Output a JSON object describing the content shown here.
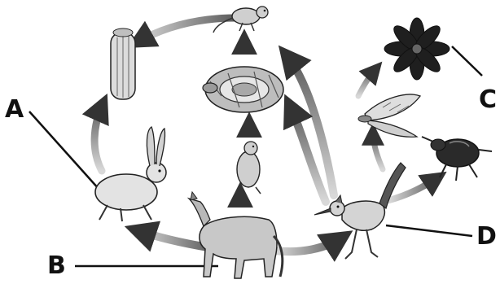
{
  "diagram": {
    "labels": {
      "a": "A",
      "b": "B",
      "c": "C",
      "d": "D"
    },
    "organisms": [
      "cactus",
      "kangaroo-rat",
      "rattlesnake",
      "jackrabbit",
      "ground-squirrel",
      "coyote",
      "flower",
      "moth",
      "beetle",
      "roadrunner"
    ],
    "colors": {
      "arrow": "#6e6e6e",
      "arrow_light": "#cfcfcf",
      "ink": "#111111",
      "flower": "#1f1f1f"
    }
  }
}
